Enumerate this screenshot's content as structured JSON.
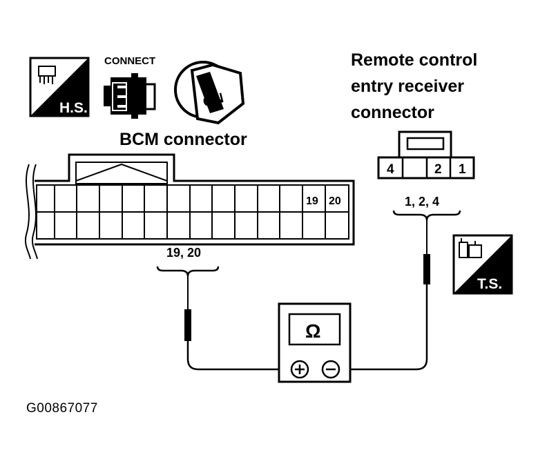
{
  "badges": {
    "hs": "H.S.",
    "connect": "CONNECT",
    "on": "ON",
    "ts": "T.S."
  },
  "bcm": {
    "title": "BCM connector",
    "pin19": "19",
    "pin20": "20",
    "probe_pins": "19, 20"
  },
  "receiver": {
    "title_line1": "Remote control",
    "title_line2": "entry receiver",
    "title_line3": "connector",
    "pin4": "4",
    "pin2": "2",
    "pin1": "1",
    "probe_pins": "1, 2, 4"
  },
  "meter": {
    "symbol": "Ω",
    "plus": "+",
    "minus": "−"
  },
  "figure_id": "G00867077"
}
